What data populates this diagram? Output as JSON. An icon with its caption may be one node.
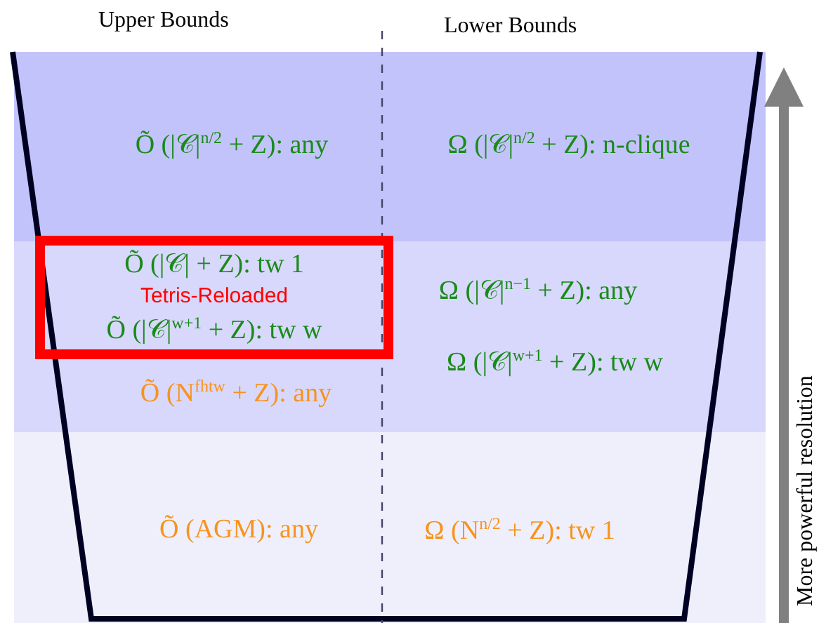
{
  "diagram": {
    "nodes": [
      {
        "text": [],
        "shape": "band"
      },
      {
        "text": [
          "Õ (|𝒞|$^{n/2}$ + Z): any"
        ],
        "in": 0
      },
      {
        "text": [
          "Ω (|𝒞|$^{n/2}$ + Z): n-clique"
        ],
        "in": 0
      },
      {
        "text": [],
        "shape": "band"
      },
      {
        "text": [
          "Õ (|𝒞| + Z): tw 1",
          "Tetris-Reloaded",
          "Õ (|𝒞|$^{w+1}$ + Z): tw w"
        ],
        "in": 3
      },
      {
        "text": [
          "Õ (N$^{fhtw}$ + Z): any"
        ],
        "in": 3
      },
      {
        "text": [
          "Ω (|𝒞|$^{n−1}$ + Z): any"
        ],
        "in": 3
      },
      {
        "text": [
          "Ω (|𝒞|$^{w+1}$ + Z): tw w"
        ],
        "in": 3
      },
      {
        "text": [],
        "shape": "band"
      },
      {
        "text": [
          "Õ (AGM): any"
        ],
        "in": 8
      },
      {
        "text": [
          "Ω (N$^{n/2}$ + Z): tw 1"
        ],
        "in": 8
      }
    ],
    "edges": [],
    "labels": [
      "Upper Bounds",
      "Lower Bounds",
      "More powerful resolution"
    ]
  }
}
